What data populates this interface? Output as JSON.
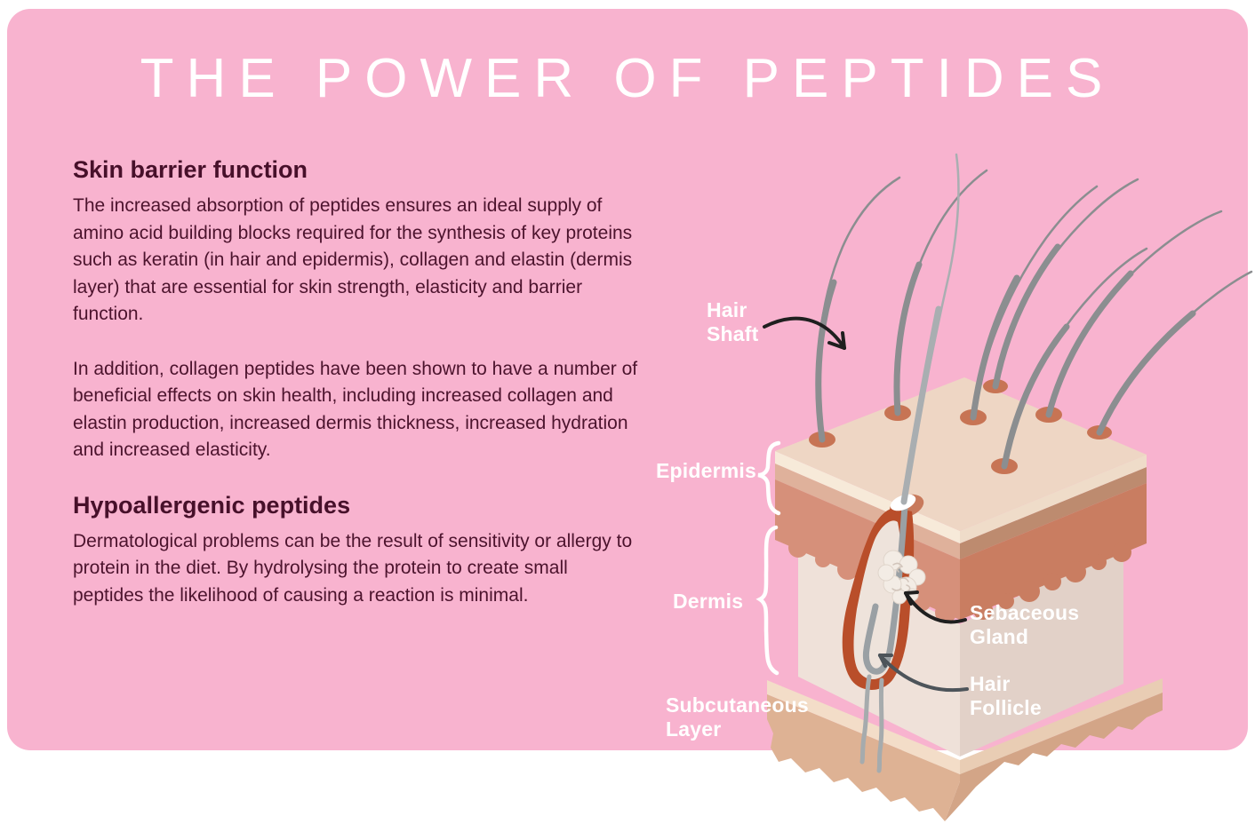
{
  "title": "THE POWER OF PEPTIDES",
  "sections": [
    {
      "heading": "Skin barrier function",
      "paragraphs": [
        "The increased absorption of peptides ensures an ideal supply of amino acid building blocks required for the synthesis of key proteins such as keratin (in hair and epidermis), collagen and elastin (dermis layer) that are essential for skin strength, elasticity and barrier function.",
        "In addition, collagen peptides have been shown to have a number of beneficial effects on skin health, including increased collagen and elastin production, increased dermis thickness, increased hydration and increased elasticity."
      ]
    },
    {
      "heading": "Hypoallergenic peptides",
      "paragraphs": [
        "Dermatological problems can be the result of sensitivity or allergy to protein in the diet. By hydrolysing the protein to create small peptides the likelihood of causing a reaction is minimal."
      ]
    }
  ],
  "diagram": {
    "labels": {
      "hair_shaft": [
        "Hair",
        "Shaft"
      ],
      "epidermis": [
        "Epidermis"
      ],
      "dermis": [
        "Dermis"
      ],
      "subcutaneous": [
        "Subcutaneous",
        "Layer"
      ],
      "sebaceous": [
        "Sebaceous",
        "Gland"
      ],
      "follicle": [
        "Hair",
        "Follicle"
      ]
    }
  },
  "colors": {
    "page_background": "#ffffff",
    "card_pink": "#f8b3cf",
    "title_white": "#ffffff",
    "heading_maroon": "#47102a",
    "body_maroon": "#4c132d",
    "label_white": "#ffffff",
    "arrow_black": "#1f1f1f",
    "arrow_gray": "#4d545a",
    "hair_gray": "#8b8e90",
    "skin_top_beige": "#eed6c4",
    "epidermis_salmon": "#d6907a",
    "dermis_face": "#efe1d9",
    "follicle_rust": "#b94e2a",
    "subcutaneous_tan": "#deb294",
    "sebaceous_white": "#f3ece5"
  }
}
